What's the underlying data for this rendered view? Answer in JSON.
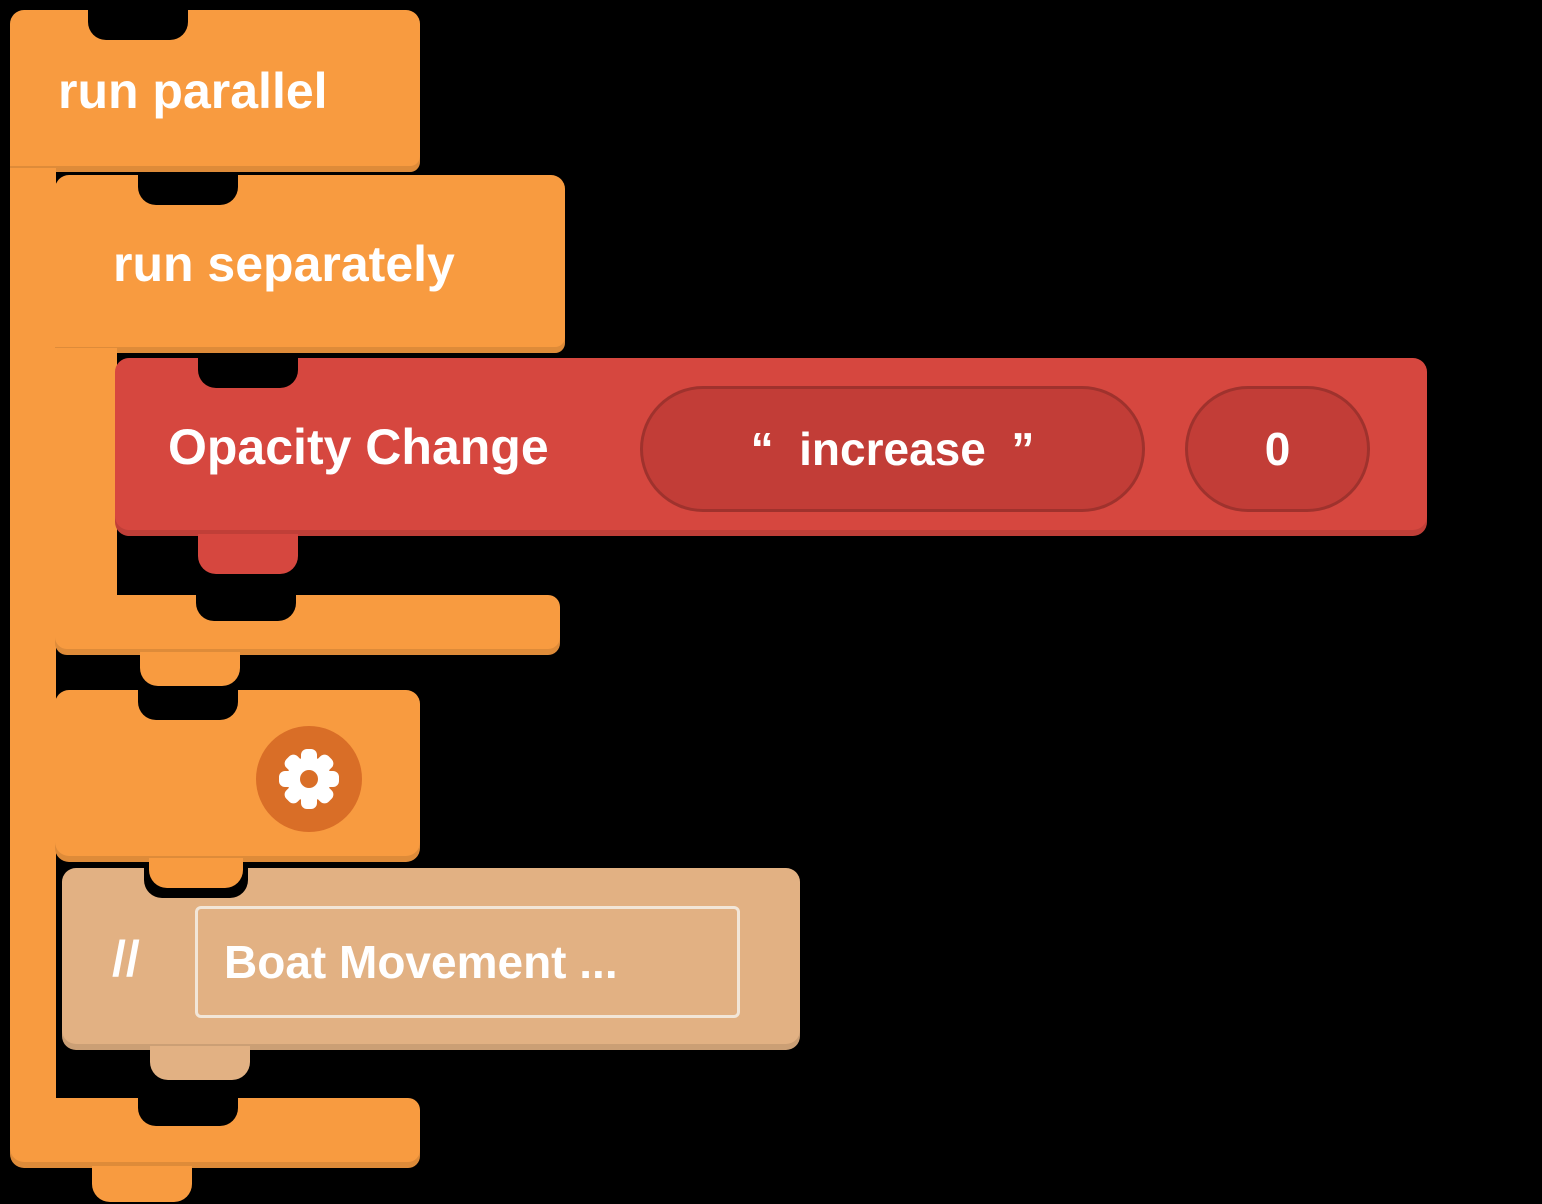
{
  "workspace": {
    "background": "#000000"
  },
  "blocks": {
    "run_parallel": {
      "label": "run parallel",
      "color": "#F89B40"
    },
    "run_separately": {
      "label": "run separately",
      "color": "#F89B40"
    },
    "opacity_change": {
      "label": "Opacity Change",
      "color": "#D6473F",
      "field_color": "#C23D37",
      "fields": {
        "mode": "“  increase  ”",
        "amount": "0"
      }
    },
    "gear_block": {
      "color": "#F89B40",
      "icon": "gear-icon",
      "icon_background": "#D96E27"
    },
    "comment": {
      "color": "#E2B183",
      "prefix": "//",
      "text": "Boat Movement ..."
    }
  }
}
